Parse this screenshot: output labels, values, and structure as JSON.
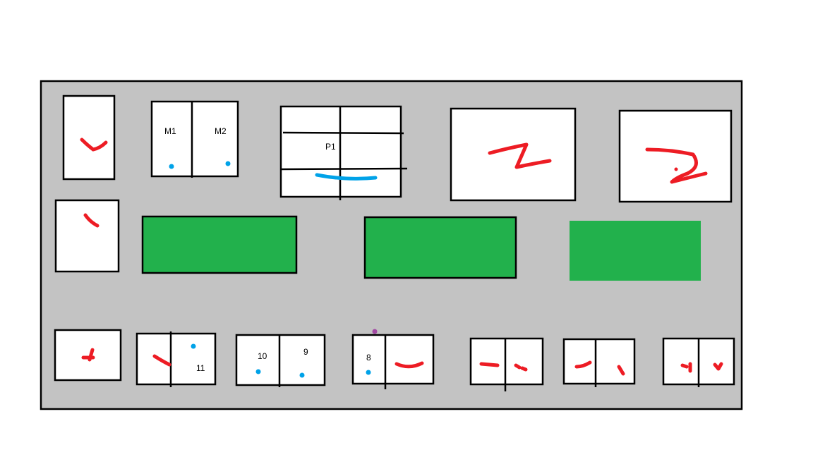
{
  "colors": {
    "background": "#ffffff",
    "floor": "#c3c3c3",
    "box_fill": "#ffffff",
    "outline": "#000000",
    "green_block": "#22b14c",
    "red_mark": "#ed1c24",
    "blue_mark": "#00a2e8",
    "purple_mark": "#a349a4"
  },
  "labels": {
    "m1": "M1",
    "m2": "M2",
    "p1": "P1",
    "n10": "10",
    "n9": "9",
    "n11": "11",
    "n8": "8"
  }
}
